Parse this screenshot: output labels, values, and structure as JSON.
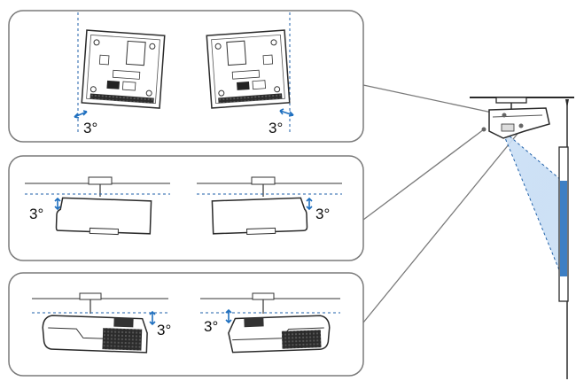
{
  "labels": {
    "tilt_top_left": "3°",
    "tilt_top_right": "3°",
    "tilt_mid_left": "3°",
    "tilt_mid_right": "3°",
    "tilt_bot_left": "3°",
    "tilt_bot_right": "3°"
  },
  "colors": {
    "panel_stroke": "#7a7a7a",
    "guide_dash": "#1e5fa8",
    "arrow": "#1e6fbf",
    "beam": "#a9cbee",
    "screen_fill": "#3d7fc4",
    "outline": "#2a2a2a"
  }
}
